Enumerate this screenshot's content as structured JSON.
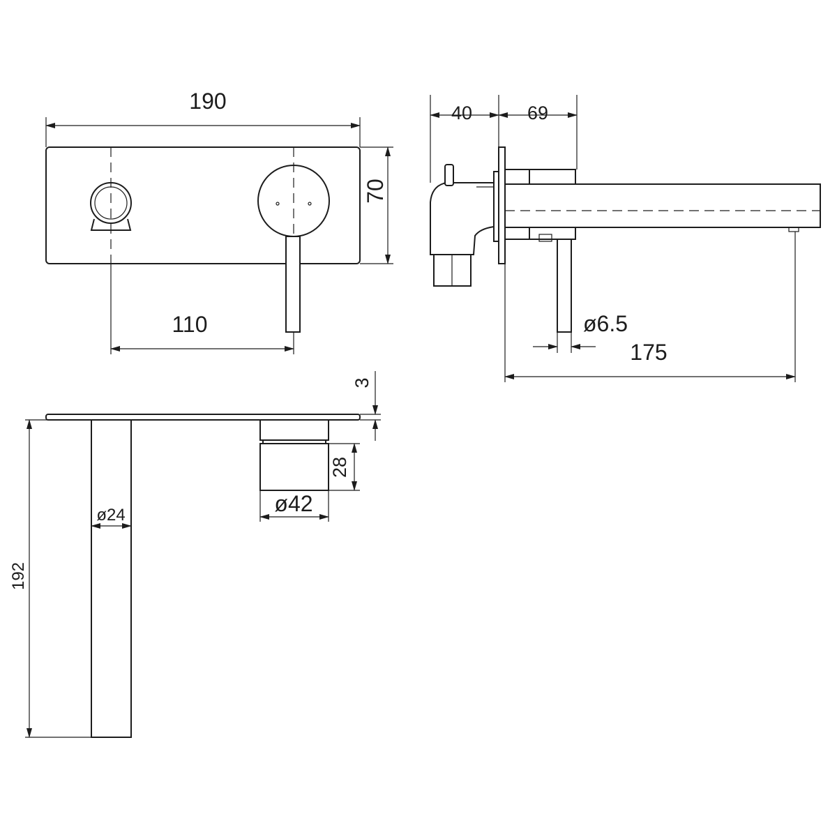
{
  "dimensions": {
    "plate_width": "190",
    "plate_height": "70",
    "spout_offset": "110",
    "body_depth": "40",
    "plate_to_spout": "69",
    "handle_diameter": "ø6.5",
    "spout_length": "175",
    "plate_thickness": "3",
    "body_length": "192",
    "body_diameter": "ø24",
    "mixer_height": "28",
    "mixer_diameter": "ø42"
  }
}
